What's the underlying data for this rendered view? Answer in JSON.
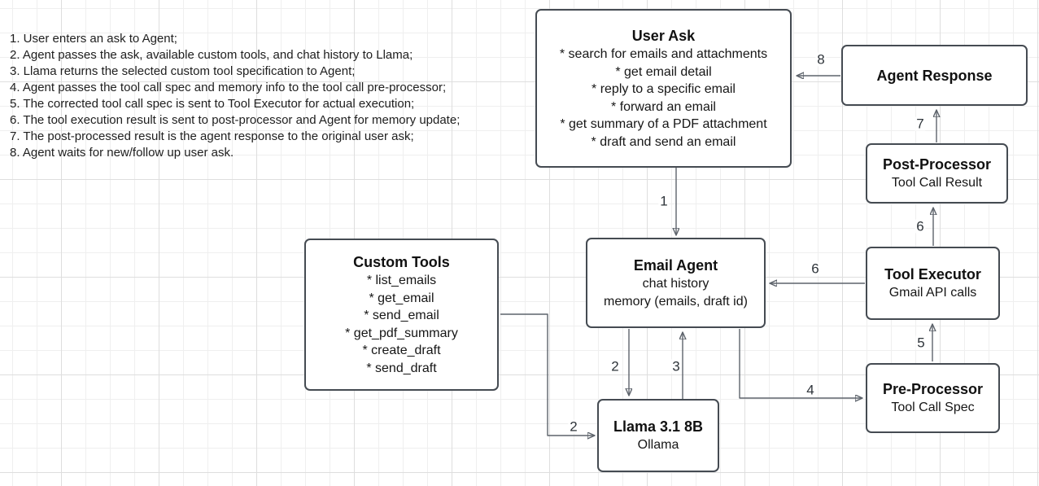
{
  "colors": {
    "node_border": "#454b52",
    "edge_line": "#5d636b",
    "arrowhead": "#40464d",
    "text": "#1c1c1c",
    "grid_minor": "#efefef",
    "grid_major": "#dedede",
    "canvas_bg": "#ffffff"
  },
  "notes": [
    "1. User enters an ask to Agent;",
    "2. Agent passes the ask, available custom tools, and chat history to Llama;",
    "3. Llama returns the selected custom tool specification to Agent;",
    "4. Agent passes the tool call spec and memory info to the tool call pre-processor;",
    "5. The corrected tool call spec is sent to Tool Executor for actual execution;",
    "6. The tool execution result is sent to post-processor and Agent for memory update;",
    "7. The post-processed result is the agent response to the original user ask;",
    "8. Agent waits for new/follow up user ask."
  ],
  "nodes": {
    "user_ask": {
      "title": "User Ask",
      "lines": [
        "* search for emails and attachments",
        "* get email detail",
        "* reply to a specific email",
        "* forward an email",
        "* get summary of a PDF attachment",
        "* draft and send an email"
      ]
    },
    "agent_response": {
      "title": "Agent Response",
      "lines": []
    },
    "post_processor": {
      "title": "Post-Processor",
      "lines": [
        "Tool Call Result"
      ]
    },
    "tool_executor": {
      "title": "Tool Executor",
      "lines": [
        "Gmail API calls"
      ]
    },
    "pre_processor": {
      "title": "Pre-Processor",
      "lines": [
        "Tool Call Spec"
      ]
    },
    "email_agent": {
      "title": "Email Agent",
      "lines": [
        "chat history",
        "memory (emails, draft id)"
      ]
    },
    "custom_tools": {
      "title": "Custom Tools",
      "lines": [
        "* list_emails",
        "* get_email",
        "* send_email",
        "* get_pdf_summary",
        "* create_draft",
        "* send_draft"
      ]
    },
    "llama": {
      "title": "Llama 3.1 8B",
      "lines": [
        "Ollama"
      ]
    }
  },
  "edge_labels": {
    "step1": "1",
    "step2_agent": "2",
    "step2_tools": "2",
    "step3": "3",
    "step4": "4",
    "step5": "5",
    "step6_up": "6",
    "step6_left": "6",
    "step7": "7",
    "step8": "8"
  }
}
